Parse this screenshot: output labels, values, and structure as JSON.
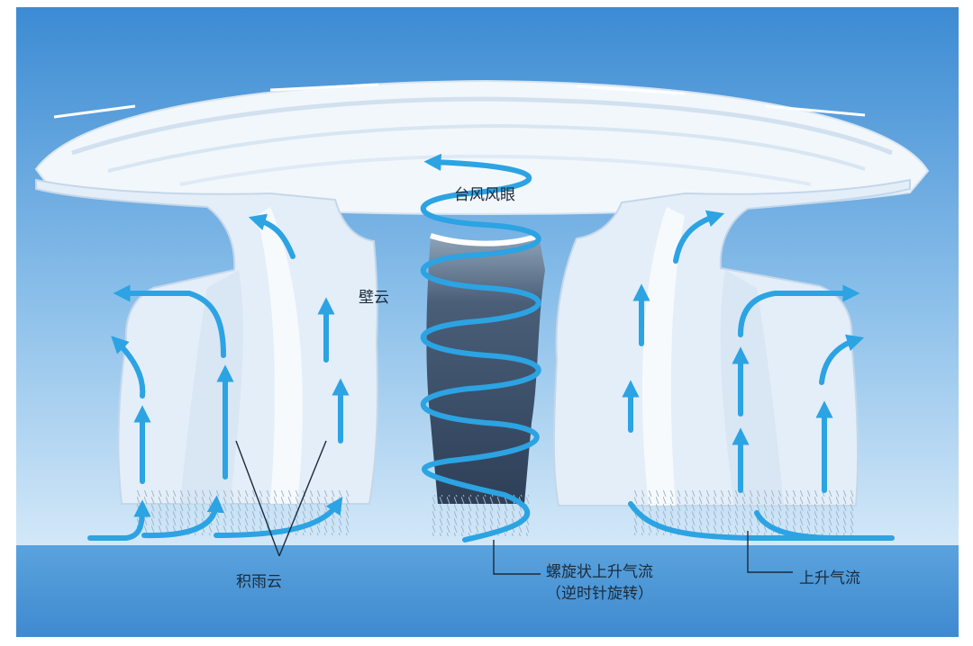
{
  "labels": {
    "typhoon_eye": "台风风眼",
    "wall_cloud": "壁云",
    "cumulonimbus": "积雨云",
    "spiral_updraft_line1": "螺旋状上升气流",
    "spiral_updraft_line2": "（逆时针旋转）",
    "updraft": "上升气流"
  },
  "colors": {
    "sky_top": "#3f8fd6",
    "sky_bottom": "#cfe6f7",
    "ocean": "#4f9ad8",
    "cloud": "#f4f8fc",
    "cloud_shade": "#c9dbee",
    "eye_dark": "#33465f",
    "arrow": "#2ca3e3",
    "leader": "#1b2a3a"
  },
  "icons": [
    "up-arrow-icon",
    "curved-arrow-icon",
    "spiral-icon"
  ]
}
